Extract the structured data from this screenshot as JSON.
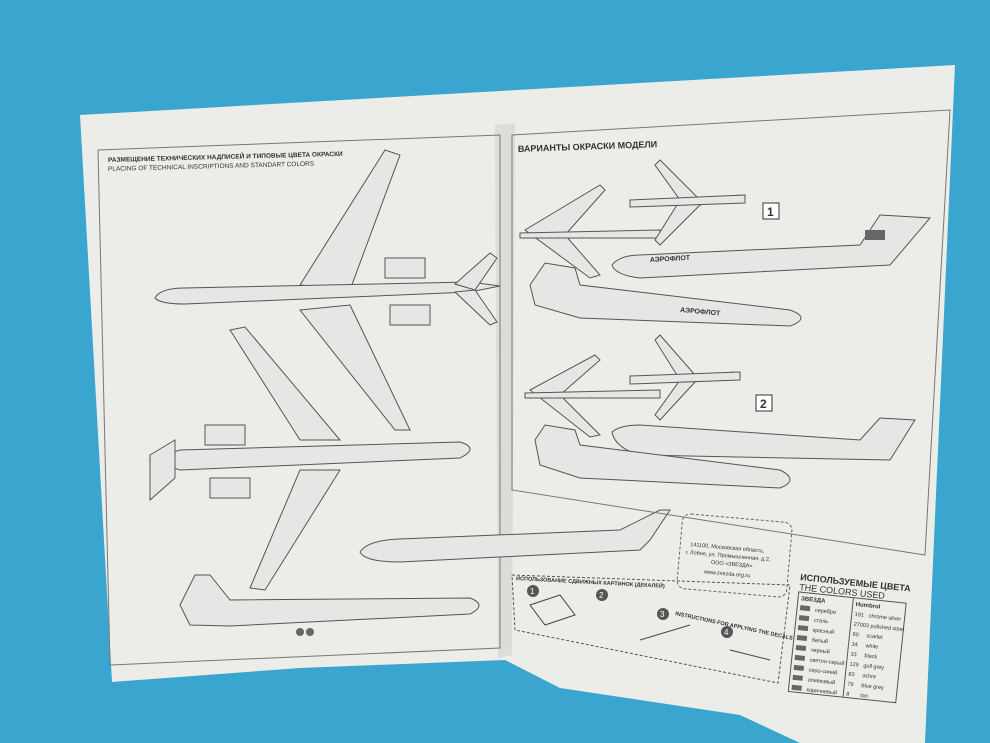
{
  "left_section": {
    "title_ru": "РАЗМЕЩЕНИЕ ТЕХНИЧЕСКИХ НАДПИСЕЙ И ТИПОВЫЕ ЦВЕТА ОКРАСКИ",
    "title_en": "PLACING OF TECHNICAL INSCRIPTIONS AND STANDART COLORS"
  },
  "right_section": {
    "title_ru": "ВАРИАНТЫ ОКРАСКИ МОДЕЛИ",
    "variants": [
      "1",
      "2"
    ],
    "airline_label": "АЭРОФЛОТ"
  },
  "address_box": {
    "lines": [
      "141100, Московская область,",
      "г. Лобня, ул. Промышленная, д.2,",
      "ООО «ЗВЕЗДА»",
      "www.zvezda.org.ru"
    ]
  },
  "decal_instructions": {
    "title_ru": "ИСПОЛЬЗОВАНИЕ СДВИЖНЫХ КАРТИНОК (ДЕКАЛЕЙ)",
    "title_en": "INSTRUCTIONS FOR APPLYING THE DECALS",
    "steps": [
      "1",
      "2",
      "3",
      "4"
    ]
  },
  "colors_used": {
    "title_ru": "ИСПОЛЬЗУЕМЫЕ ЦВЕТА",
    "title_en": "THE COLORS USED",
    "col1_header": "ЗВЕЗДА",
    "col2_header": "Humbrol",
    "col1": [
      "серебро",
      "сталь",
      "красный",
      "белый",
      "черный",
      "светло-серый",
      "серо-синий",
      "оливковый",
      "коричневый"
    ],
    "col2": [
      {
        "code": "191",
        "name": "chrome silver"
      },
      {
        "code": "27003",
        "name": "polished steel"
      },
      {
        "code": "60",
        "name": "scarlet"
      },
      {
        "code": "34",
        "name": "white"
      },
      {
        "code": "33",
        "name": "black"
      },
      {
        "code": "129",
        "name": "gull grey"
      },
      {
        "code": "83",
        "name": "ochre"
      },
      {
        "code": "79",
        "name": "blue grey"
      },
      {
        "code": "8",
        "name": "tan"
      }
    ]
  }
}
